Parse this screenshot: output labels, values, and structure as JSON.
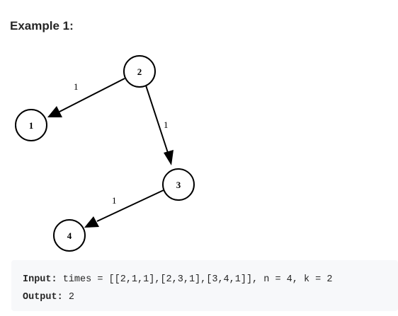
{
  "heading": "Example 1:",
  "graph": {
    "nodes": [
      {
        "id": "2",
        "label": "2"
      },
      {
        "id": "1",
        "label": "1"
      },
      {
        "id": "3",
        "label": "3"
      },
      {
        "id": "4",
        "label": "4"
      }
    ],
    "edges": [
      {
        "from": "2",
        "to": "1",
        "weight": "1"
      },
      {
        "from": "2",
        "to": "3",
        "weight": "1"
      },
      {
        "from": "3",
        "to": "4",
        "weight": "1"
      }
    ]
  },
  "code": {
    "input_key": "Input:",
    "input_value": " times = [[2,1,1],[2,3,1],[3,4,1]], n = 4, k = 2",
    "output_key": "Output:",
    "output_value": " 2"
  },
  "colors": {
    "code_background": "#f7f8fa",
    "text": "#262626",
    "stroke": "#000000"
  }
}
